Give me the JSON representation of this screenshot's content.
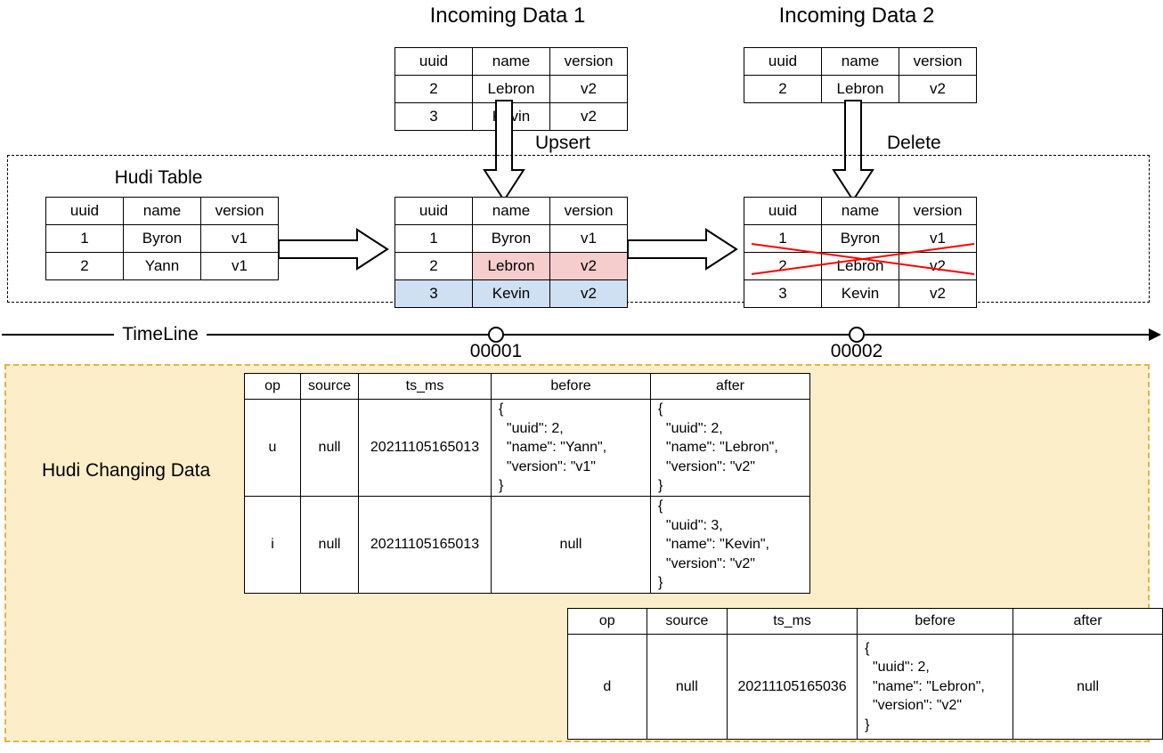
{
  "headings": {
    "incoming1": "Incoming Data 1",
    "incoming2": "Incoming Data 2",
    "hudi_table": "Hudi Table",
    "changing_data": "Hudi Changing Data"
  },
  "flow_labels": {
    "upsert": "Upsert",
    "delete": "Delete"
  },
  "timeline": {
    "label": "TimeLine",
    "markers": [
      {
        "id": "00001"
      },
      {
        "id": "00002"
      }
    ]
  },
  "record_columns": [
    "uuid",
    "name",
    "version"
  ],
  "tables": {
    "incoming1": {
      "columns": [
        "uuid",
        "name",
        "version"
      ],
      "rows": [
        {
          "uuid": "2",
          "name": "Lebron",
          "version": "v2"
        },
        {
          "uuid": "3",
          "name": "Kevin",
          "version": "v2"
        }
      ]
    },
    "incoming2": {
      "columns": [
        "uuid",
        "name",
        "version"
      ],
      "rows": [
        {
          "uuid": "2",
          "name": "Lebron",
          "version": "v2"
        }
      ]
    },
    "hudi_before": {
      "columns": [
        "uuid",
        "name",
        "version"
      ],
      "rows": [
        {
          "uuid": "1",
          "name": "Byron",
          "version": "v1"
        },
        {
          "uuid": "2",
          "name": "Yann",
          "version": "v1"
        }
      ]
    },
    "hudi_after_upsert": {
      "columns": [
        "uuid",
        "name",
        "version"
      ],
      "rows": [
        {
          "uuid": "1",
          "name": "Byron",
          "version": "v1"
        },
        {
          "uuid": "2",
          "name": "Lebron",
          "version": "v2"
        },
        {
          "uuid": "3",
          "name": "Kevin",
          "version": "v2"
        }
      ]
    },
    "hudi_after_delete": {
      "columns": [
        "uuid",
        "name",
        "version"
      ],
      "rows": [
        {
          "uuid": "1",
          "name": "Byron",
          "version": "v1"
        },
        {
          "uuid": "2",
          "name": "Lebron",
          "version": "v2"
        },
        {
          "uuid": "3",
          "name": "Kevin",
          "version": "v2"
        }
      ]
    }
  },
  "cdc_tables": {
    "commit1": {
      "columns": [
        "op",
        "source",
        "ts_ms",
        "before",
        "after"
      ],
      "rows": [
        {
          "op": "u",
          "source": "null",
          "ts_ms": "20211105165013",
          "before": "{\n  \"uuid\": 2,\n  \"name\": \"Yann\",\n  \"version\": \"v1\"\n}",
          "after": "{\n  \"uuid\": 2,\n  \"name\": \"Lebron\",\n  \"version\": \"v2\"\n}"
        },
        {
          "op": "i",
          "source": "null",
          "ts_ms": "20211105165013",
          "before": "null",
          "after": "{\n  \"uuid\": 3,\n  \"name\": \"Kevin\",\n  \"version\": \"v2\"\n}"
        }
      ]
    },
    "commit2": {
      "columns": [
        "op",
        "source",
        "ts_ms",
        "before",
        "after"
      ],
      "rows": [
        {
          "op": "d",
          "source": "null",
          "ts_ms": "20211105165036",
          "before": "{\n  \"uuid\": 2,\n  \"name\": \"Lebron\",\n  \"version\": \"v2\"\n}",
          "after": "null"
        }
      ]
    }
  },
  "colors": {
    "updated_row": "#f5cdcd",
    "inserted_row": "#cfe0f3",
    "deleted_strike": "#ff0000",
    "changing_data_bg": "#fceec9",
    "changing_data_border": "#e0b44a"
  }
}
